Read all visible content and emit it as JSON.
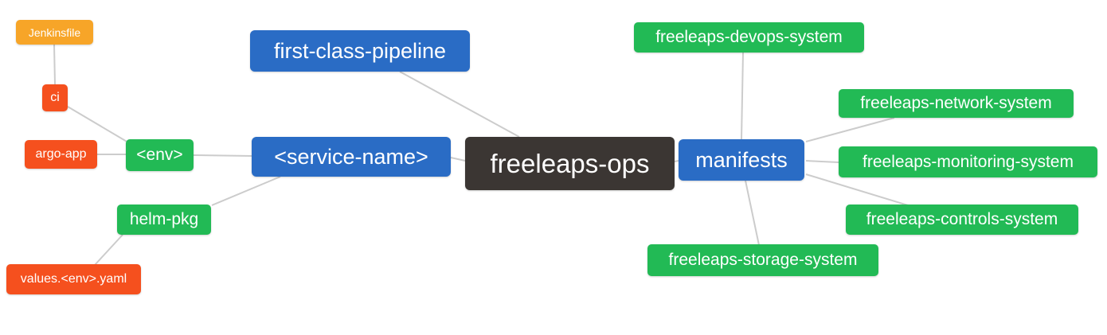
{
  "app": {
    "type": "mind-map-diagram",
    "background": "#ffffff"
  },
  "palette": {
    "blue": "#2a6cc5",
    "green": "#22ba55",
    "red": "#f5501e",
    "orange": "#f7a528",
    "dark": "#3b3633",
    "edge_line": "#cccccc",
    "node_text": "#ffffff"
  },
  "mindmap": {
    "root_label": "freeleaps-ops",
    "nodes": [
      {
        "id": "freeleaps-ops",
        "label": "freeleaps-ops",
        "color": "dark"
      },
      {
        "id": "first-class-pipeline",
        "label": "first-class-pipeline",
        "color": "blue"
      },
      {
        "id": "service-name",
        "label": "<service-name>",
        "color": "blue"
      },
      {
        "id": "manifests",
        "label": "manifests",
        "color": "blue"
      },
      {
        "id": "env",
        "label": "<env>",
        "color": "green"
      },
      {
        "id": "helm-pkg",
        "label": "helm-pkg",
        "color": "green"
      },
      {
        "id": "argo-app",
        "label": "argo-app",
        "color": "red"
      },
      {
        "id": "ci",
        "label": "ci",
        "color": "red"
      },
      {
        "id": "jenkinsfile",
        "label": "Jenkinsfile",
        "color": "orange"
      },
      {
        "id": "values-env-yaml",
        "label": "values.<env>.yaml",
        "color": "red"
      },
      {
        "id": "freeleaps-devops-system",
        "label": "freeleaps-devops-system",
        "color": "green"
      },
      {
        "id": "freeleaps-network-system",
        "label": "freeleaps-network-system",
        "color": "green"
      },
      {
        "id": "freeleaps-monitoring-system",
        "label": "freeleaps-monitoring-system",
        "color": "green"
      },
      {
        "id": "freeleaps-controls-system",
        "label": "freeleaps-controls-system",
        "color": "green"
      },
      {
        "id": "freeleaps-storage-system",
        "label": "freeleaps-storage-system",
        "color": "green"
      }
    ],
    "edges": [
      [
        "jenkinsfile",
        "ci"
      ],
      [
        "ci",
        "env"
      ],
      [
        "argo-app",
        "env"
      ],
      [
        "env",
        "service-name"
      ],
      [
        "helm-pkg",
        "service-name"
      ],
      [
        "values-env-yaml",
        "helm-pkg"
      ],
      [
        "first-class-pipeline",
        "freeleaps-ops"
      ],
      [
        "service-name",
        "freeleaps-ops"
      ],
      [
        "freeleaps-ops",
        "manifests"
      ],
      [
        "manifests",
        "freeleaps-devops-system"
      ],
      [
        "manifests",
        "freeleaps-network-system"
      ],
      [
        "manifests",
        "freeleaps-monitoring-system"
      ],
      [
        "manifests",
        "freeleaps-controls-system"
      ],
      [
        "manifests",
        "freeleaps-storage-system"
      ]
    ]
  }
}
